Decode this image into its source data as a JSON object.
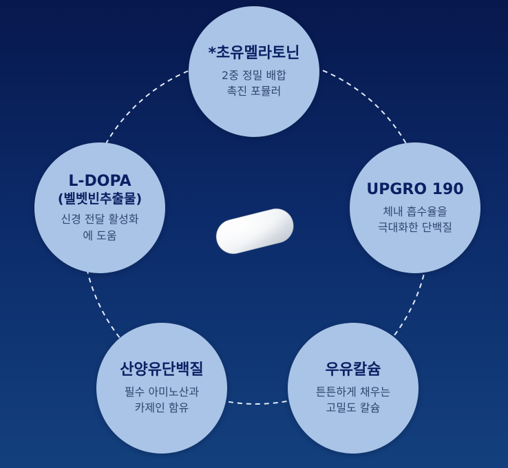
{
  "center": {
    "icon": "white-tablet-pill"
  },
  "circles": [
    {
      "id": "top",
      "title": "*초유멜라토닌",
      "subtitle": "",
      "desc": [
        "2중 정밀 배합",
        "촉진 포뮬러"
      ]
    },
    {
      "id": "right",
      "title": "UPGRO 190",
      "subtitle": "",
      "desc": [
        "체내 흡수율을",
        "극대화한 단백질"
      ]
    },
    {
      "id": "bright",
      "title": "우유칼슘",
      "subtitle": "",
      "desc": [
        "튼튼하게 채우는",
        "고밀도 칼슘"
      ]
    },
    {
      "id": "bleft",
      "title": "산양유단백질",
      "subtitle": "",
      "desc": [
        "필수 아미노산과",
        "카제인 함유"
      ]
    },
    {
      "id": "left",
      "title": "L-DOPA",
      "subtitle": "(벨벳빈추출물)",
      "desc": [
        "신경 전달 활성화",
        "에 도움"
      ]
    }
  ],
  "colors": {
    "circle_fill": "#a9c4e6",
    "title_text": "#0a1f63",
    "desc_text": "#31456f",
    "ring": "#e6eef9"
  }
}
